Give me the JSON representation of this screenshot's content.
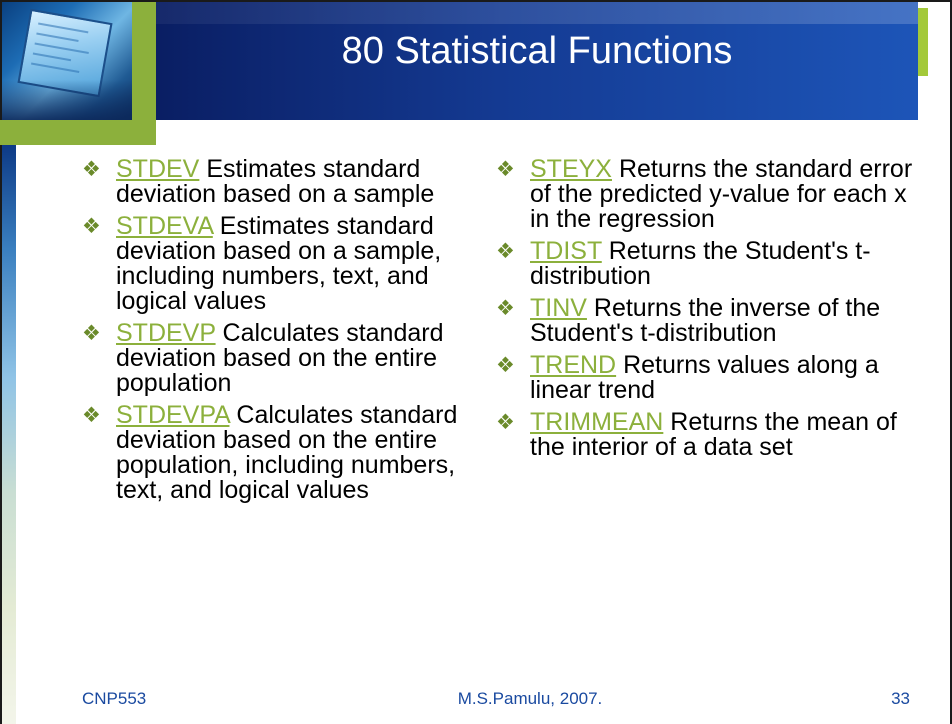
{
  "slide": {
    "title": "80 Statistical Functions",
    "colors": {
      "title_bg": "#0a1e63",
      "accent_green": "#8cb03c",
      "link": "#8cb03c",
      "footer": "#1a4aa0"
    }
  },
  "bullet_icon": "diamond-bullet-icon",
  "bullet_glyph": "❖",
  "left_items": [
    {
      "fn": "STDEV",
      "desc": "Estimates standard deviation based on a sample"
    },
    {
      "fn": "STDEVA",
      "desc": "Estimates standard deviation based on a sample, including numbers, text, and logical values"
    },
    {
      "fn": "STDEVP",
      "desc": "Calculates standard deviation based on the entire population"
    },
    {
      "fn": "STDEVPA",
      "desc": "Calculates standard deviation based on the entire population, including numbers, text, and logical values"
    }
  ],
  "right_items": [
    {
      "fn": "STEYX",
      "desc": "Returns the standard error of the predicted y-value for each x in the regression"
    },
    {
      "fn": "TDIST",
      "desc": "Returns the Student's t-distribution"
    },
    {
      "fn": "TINV",
      "desc": "Returns the inverse of the Student's t-distribution"
    },
    {
      "fn": "TREND",
      "desc": "Returns values along a linear trend"
    },
    {
      "fn": "TRIMMEAN",
      "desc": "Returns the mean of the interior of a data set"
    }
  ],
  "footer": {
    "course": "CNP553",
    "author": "M.S.Pamulu, 2007.",
    "page": "33"
  }
}
